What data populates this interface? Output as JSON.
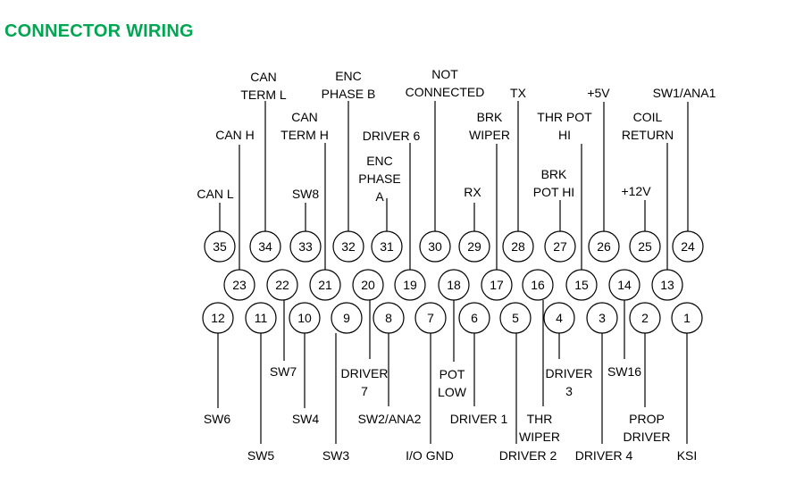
{
  "title": "CONNECTOR WIRING",
  "accent_color": "#00a651",
  "pins": [
    {
      "num": "35",
      "label": [
        "CAN L"
      ]
    },
    {
      "num": "34",
      "label": [
        "CAN",
        "TERM L"
      ]
    },
    {
      "num": "33",
      "label": [
        "SW8"
      ]
    },
    {
      "num": "32",
      "label": [
        "ENC",
        "PHASE B"
      ]
    },
    {
      "num": "31",
      "label": [
        "ENC",
        "PHASE",
        "A"
      ]
    },
    {
      "num": "30",
      "label": [
        "NOT",
        "CONNECTED"
      ]
    },
    {
      "num": "29",
      "label": [
        "RX"
      ]
    },
    {
      "num": "28",
      "label": [
        "TX"
      ]
    },
    {
      "num": "27",
      "label": [
        "BRK",
        "POT HI"
      ]
    },
    {
      "num": "26",
      "label": [
        "+5V"
      ]
    },
    {
      "num": "25",
      "label": [
        "+12V"
      ]
    },
    {
      "num": "24",
      "label": [
        "SW1/ANA1"
      ]
    },
    {
      "num": "23",
      "label": [
        "CAN H"
      ]
    },
    {
      "num": "22",
      "label": [
        "SW7"
      ]
    },
    {
      "num": "21",
      "label": [
        "CAN",
        "TERM H"
      ]
    },
    {
      "num": "20",
      "label": [
        "DRIVER",
        "7"
      ]
    },
    {
      "num": "19",
      "label": [
        "DRIVER 6"
      ]
    },
    {
      "num": "18",
      "label": [
        "POT",
        "LOW"
      ]
    },
    {
      "num": "17",
      "label": [
        "BRK",
        "WIPER"
      ]
    },
    {
      "num": "16",
      "label": [
        "THR",
        "WIPER"
      ]
    },
    {
      "num": "15",
      "label": [
        "THR POT",
        "HI"
      ]
    },
    {
      "num": "14",
      "label": [
        "SW16"
      ]
    },
    {
      "num": "13",
      "label": [
        "COIL",
        "RETURN"
      ]
    },
    {
      "num": "12",
      "label": [
        "SW6"
      ]
    },
    {
      "num": "11",
      "label": [
        "SW5"
      ]
    },
    {
      "num": "10",
      "label": [
        "SW4"
      ]
    },
    {
      "num": "9",
      "label": [
        "SW3"
      ]
    },
    {
      "num": "8",
      "label": [
        "SW2/ANA2"
      ]
    },
    {
      "num": "7",
      "label": [
        "I/O GND"
      ]
    },
    {
      "num": "6",
      "label": [
        "DRIVER 1"
      ]
    },
    {
      "num": "5",
      "label": [
        "DRIVER 2"
      ]
    },
    {
      "num": "4",
      "label": [
        "DRIVER",
        "3"
      ]
    },
    {
      "num": "3",
      "label": [
        "DRIVER 4"
      ]
    },
    {
      "num": "2",
      "label": [
        "PROP",
        "DRIVER"
      ]
    },
    {
      "num": "1",
      "label": [
        "KSI"
      ]
    }
  ]
}
